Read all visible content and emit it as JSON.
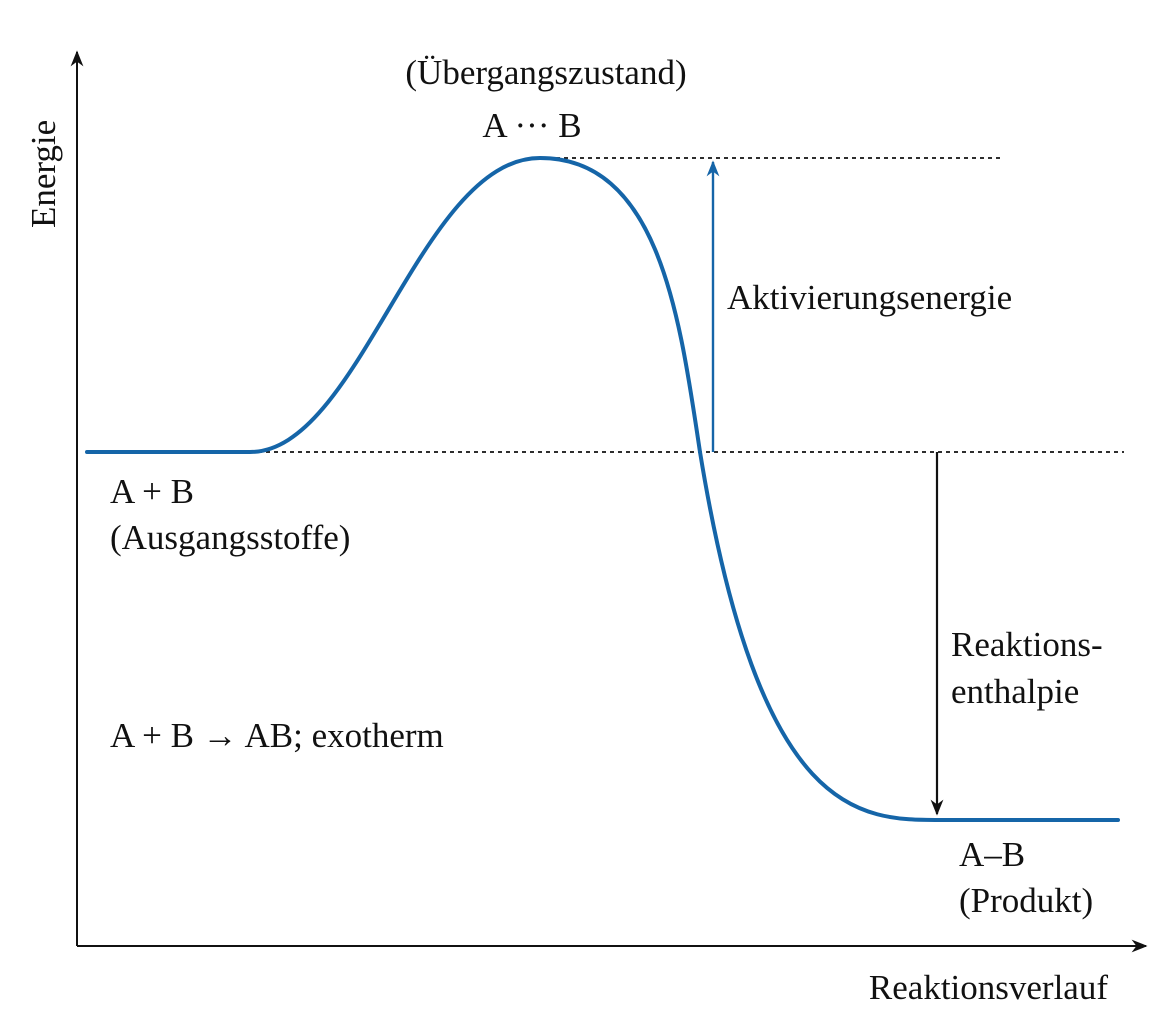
{
  "diagram": {
    "type": "energy-profile",
    "y_axis_label": "Energie",
    "x_axis_label": "Reaktionsverlauf",
    "transition_state": {
      "caption": "(Übergangszustand)",
      "formula": "A ··· B"
    },
    "reactants": {
      "formula": "A + B",
      "caption": "(Ausgangsstoffe)"
    },
    "product": {
      "formula": "A–B",
      "caption": "(Produkt)"
    },
    "activation_energy_label": "Aktivierungsenergie",
    "reaction_enthalpy_label_line1": "Reaktions-",
    "reaction_enthalpy_label_line2": "enthalpie",
    "equation": "A + B → AB; exotherm",
    "colors": {
      "curve": "#1565a8",
      "activation_arrow": "#1565a8",
      "enthalpy_arrow": "#111111",
      "axes": "#111111",
      "guide_lines": "#111111"
    }
  }
}
